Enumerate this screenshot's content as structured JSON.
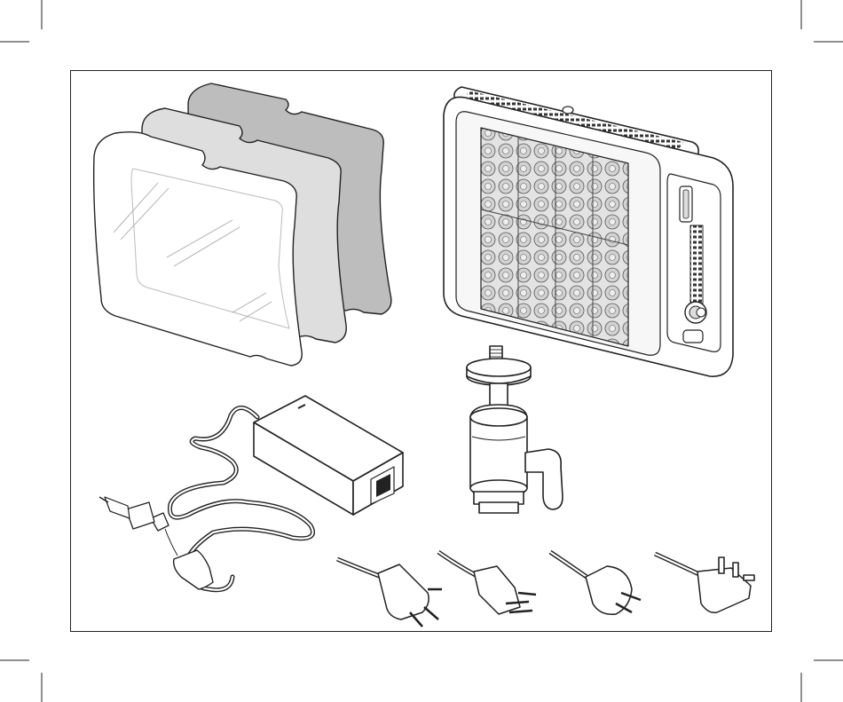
{
  "page": {
    "kind": "instruction-manual-package-contents",
    "items": [
      {
        "id": "diffuser-filters",
        "icon": "diffuser-filters-icon"
      },
      {
        "id": "led-panel-light",
        "icon": "led-panel-light-icon"
      },
      {
        "id": "mini-ball-head",
        "icon": "ball-head-icon"
      },
      {
        "id": "power-adapter",
        "icon": "power-adapter-icon"
      },
      {
        "id": "plug-au",
        "icon": "au-plug-icon"
      },
      {
        "id": "plug-us",
        "icon": "us-plug-icon"
      },
      {
        "id": "plug-eu",
        "icon": "eu-plug-icon"
      },
      {
        "id": "plug-uk",
        "icon": "uk-plug-icon"
      }
    ]
  },
  "colors": {
    "line": "#222222",
    "filter_dark": "#bdbdbd",
    "filter_light": "#dedede",
    "panel_fill": "#ffffff",
    "led_fill": "#d9d9d9"
  }
}
